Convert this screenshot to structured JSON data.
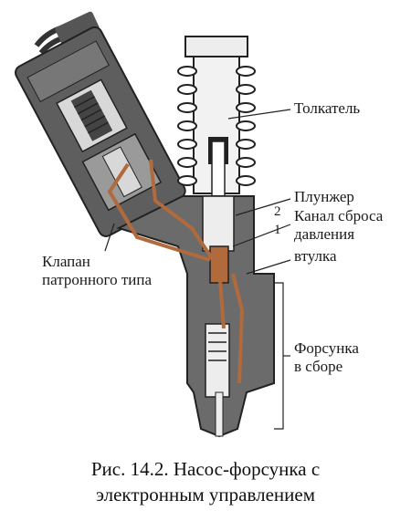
{
  "labels": {
    "pusher": "Толкатель",
    "plunger": "Плунжер",
    "relief_channel_1": "Канал сброса",
    "relief_channel_2": "давления",
    "sleeve": "втулка",
    "valve_1": "Клапан",
    "valve_2": "патронного типа",
    "assembly_1": "Форсунка",
    "assembly_2": "в сборе",
    "callout_1": "1",
    "callout_2": "2"
  },
  "caption": {
    "line1": "Рис. 14.2. Насос-форсунка с",
    "line2": "электронным управлением"
  },
  "colors": {
    "metal_dark": "#5e5e5e",
    "metal_mid": "#8a8a8a",
    "metal_light": "#d8d8d8",
    "channel": "#b06a3c",
    "ink": "#1a1a1a"
  }
}
